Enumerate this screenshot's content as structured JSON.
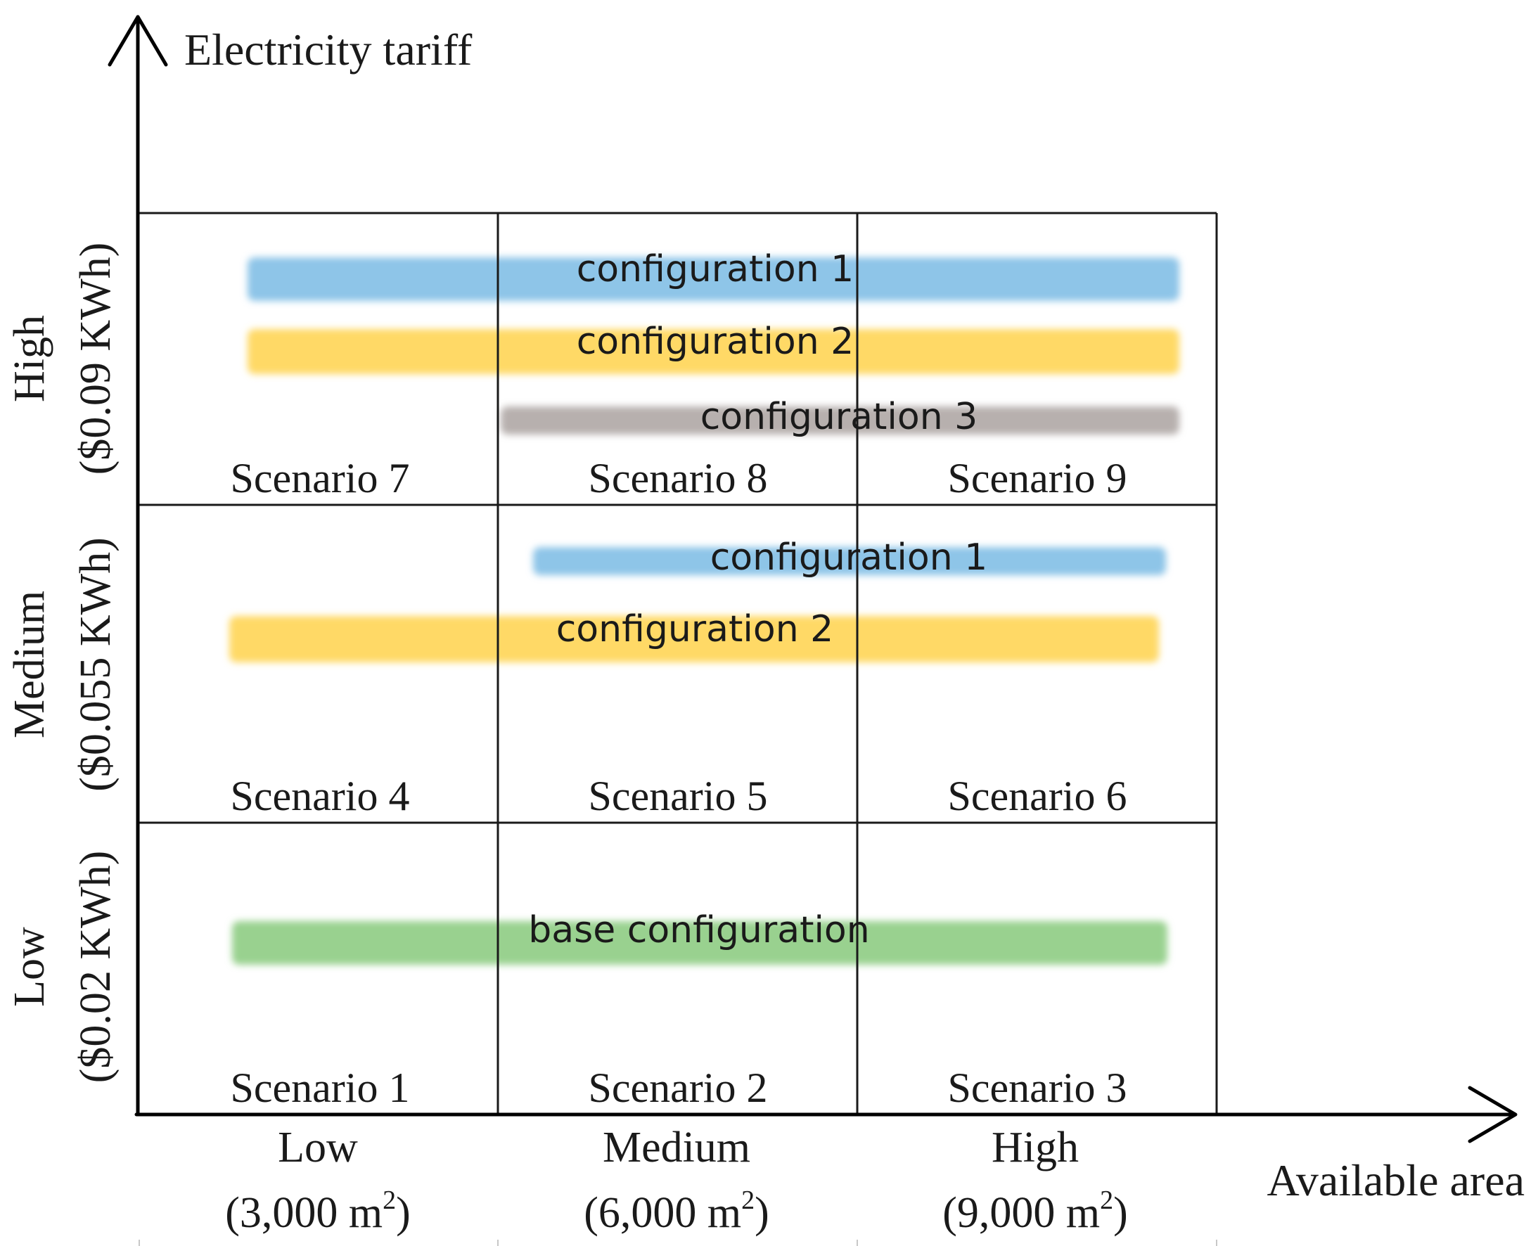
{
  "axes": {
    "y_title": "Electricity tariff",
    "x_title": "Available area"
  },
  "rows": [
    {
      "label": "High",
      "sub": "($0.09 KWh)"
    },
    {
      "label": "Medium",
      "sub": "($0.055 KWh)"
    },
    {
      "label": "Low",
      "sub": "($0.02 KWh)"
    }
  ],
  "columns": [
    {
      "label": "Low",
      "sub_prefix": "(3,000 m",
      "sub_sup": "2",
      "sub_suffix": ")"
    },
    {
      "label": "Medium",
      "sub_prefix": "(6,000 m",
      "sub_sup": "2",
      "sub_suffix": ")"
    },
    {
      "label": "High",
      "sub_prefix": "(9,000 m",
      "sub_sup": "2",
      "sub_suffix": ")"
    }
  ],
  "scenarios": [
    [
      "Scenario 7",
      "Scenario 8",
      "Scenario 9"
    ],
    [
      "Scenario 4",
      "Scenario 5",
      "Scenario 6"
    ],
    [
      "Scenario 1",
      "Scenario 2",
      "Scenario 3"
    ]
  ],
  "bands": {
    "high_config1": {
      "text": "configuration 1",
      "color": "#8ec5e8"
    },
    "high_config2": {
      "text": "configuration 2",
      "color": "#ffd966"
    },
    "high_config3": {
      "text": "configuration 3",
      "color": "#b7b0ae"
    },
    "medium_config1": {
      "text": "configuration 1",
      "color": "#8ec5e8"
    },
    "medium_config2": {
      "text": "configuration 2",
      "color": "#ffd966"
    },
    "low_base": {
      "text": "base configuration",
      "color": "#99d18f"
    }
  }
}
